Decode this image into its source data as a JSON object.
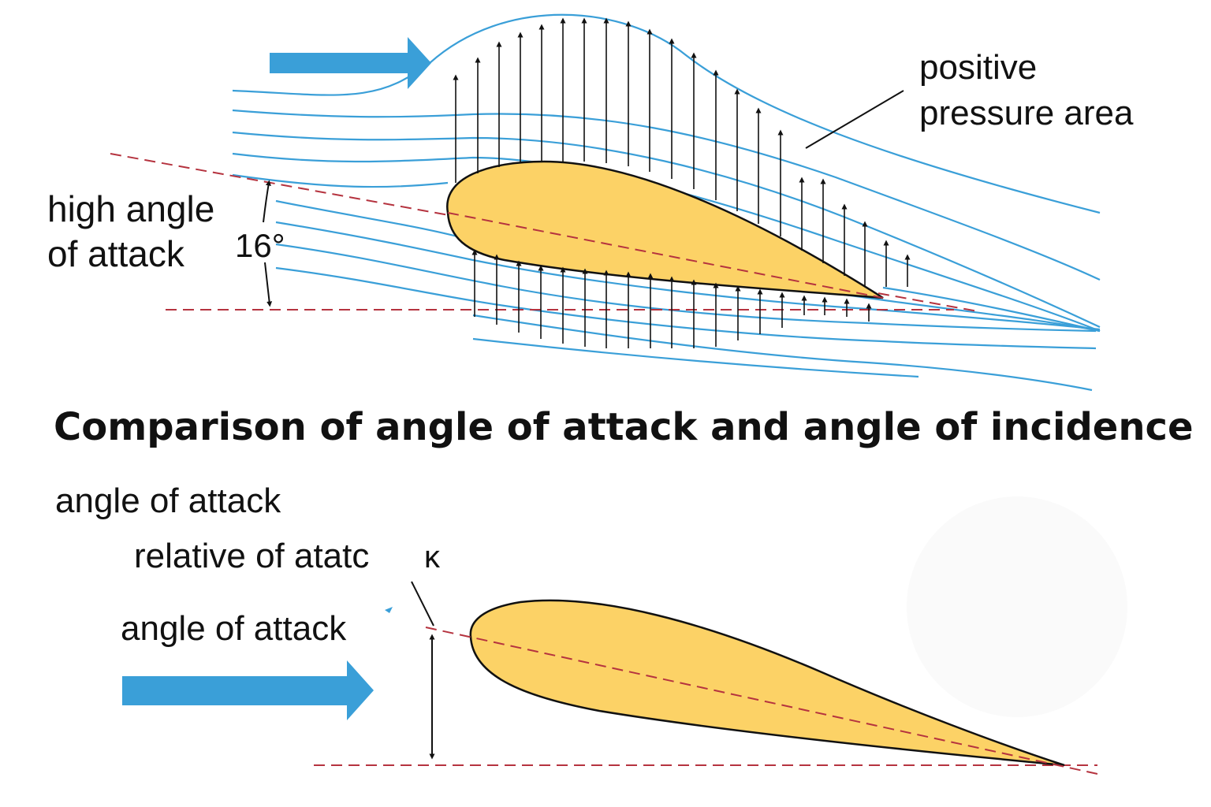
{
  "top_diagram": {
    "label_high_angle_line1": "high angle",
    "label_high_angle_line2": "of attack",
    "angle_value": "16°",
    "label_pressure_line1": "positive",
    "label_pressure_line2": "pressure area"
  },
  "title": "Comparison of angle of attack and angle of incidence",
  "bottom_diagram": {
    "label_angle_of_attack_top": "angle of attack",
    "label_relative": "relative of atatc",
    "label_kappa": "κ",
    "label_angle_of_attack_side": "angle of attack"
  },
  "colors": {
    "airflow": "#3a9fd8",
    "airfoil_fill": "#fcd266",
    "chord_dash": "#b5333f",
    "outline": "#111111"
  },
  "icons": {
    "flow_direction": "right-arrow-icon",
    "lift_vectors": "up-arrow-icon"
  }
}
